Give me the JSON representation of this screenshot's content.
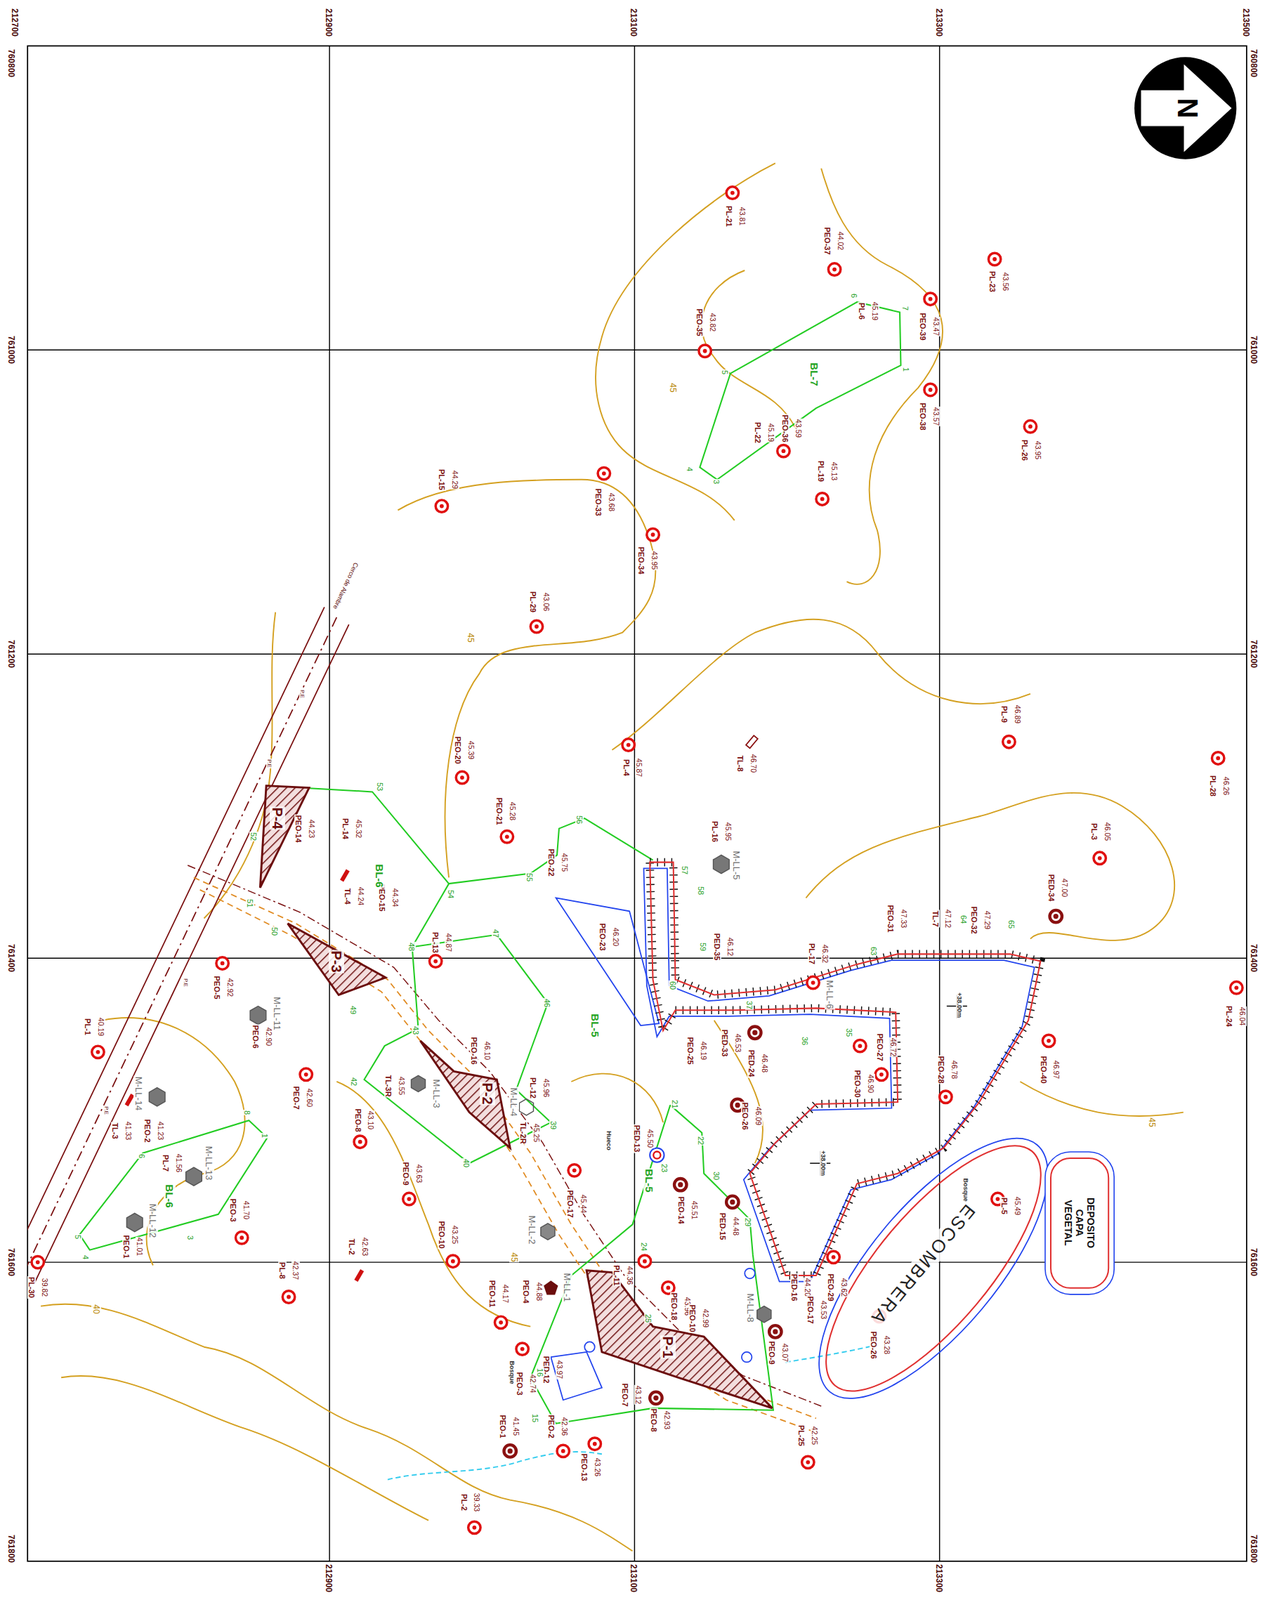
{
  "diagram": {
    "nodes": [
      {
        "text": [
          "DEPOSITO CAPA VEGETAL"
        ]
      }
    ],
    "labels": [
      "212700",
      "212900",
      "213100",
      "213300",
      "213500",
      "212900",
      "213100",
      "213300",
      "760800",
      "761000",
      "761200",
      "761400",
      "761600",
      "761800",
      "760800",
      "761000",
      "761200",
      "761400",
      "761600",
      "761800",
      "PL-21",
      "43.81",
      "PEO-37",
      "44.02",
      "PL-23",
      "43.56",
      "PEO-39",
      "43.47",
      "PL-6",
      "45.19",
      "PEO-35",
      "43.82",
      "PEO-38",
      "43.57",
      "PL-26",
      "43.95",
      "PEO-36",
      "43.59",
      "PL-22",
      "45.19",
      "PL-19",
      "45.13",
      "PL-15",
      "44.29",
      "PEO-33",
      "43.68",
      "PEO-34",
      "43.95",
      "PL-29",
      "43.06",
      "PL-9",
      "46.89",
      "PL-28",
      "46.26",
      "PL-4",
      "45.87",
      "TL-8",
      "46.70",
      "PEO-20",
      "45.39",
      "PEO-21",
      "45.28",
      "PL-16",
      "45.95",
      "PL-3",
      "46.05",
      "PEO-14",
      "44.23",
      "PL-14",
      "45.32",
      "TL-4",
      "44.24",
      "PEO-15",
      "44.34",
      "PEO-22",
      "45.75",
      "PED-34",
      "47.00",
      "PEO-31",
      "47.33",
      "TL-7",
      "47.12",
      "PEO-32",
      "47.29",
      "PEO-23",
      "46.20",
      "PL-13",
      "44.87",
      "PED-35",
      "46.12",
      "PL-17",
      "46.32",
      "PEO-5",
      "42.92",
      "PL-24",
      "46.04",
      "PEO-6",
      "42.90",
      "PL-1",
      "40.19",
      "PEO-16",
      "46.10",
      "PEO-25",
      "46.19",
      "PED-33",
      "46.53",
      "PED-24",
      "46.48",
      "PEO-27",
      "46.72",
      "PEO-30",
      "46.90",
      "PEO-40",
      "46.97",
      "PEO-7",
      "42.60",
      "PEO-2",
      "41.23",
      "TL-3",
      "41.33",
      "PL-12",
      "45.96",
      "TL-2R",
      "45.25",
      "TL-3R",
      "43.55",
      "PEO-8",
      "43.10",
      "PEO-9",
      "43.63",
      "PEO-26",
      "46.09",
      "PEO-28",
      "46.78",
      "PED-13",
      "45.50",
      "PL-5",
      "45.49",
      "PL-7",
      "41.56",
      "PEO-3",
      "41.70",
      "PEO-1",
      "41.01",
      "TL-2",
      "42.63",
      "PEO-10",
      "43.25",
      "PEO-17",
      "45.44",
      "PEO-14",
      "45.51",
      "PED-15",
      "44.48",
      "PED-16",
      "44.20",
      "PEO-17",
      "43.53",
      "PEO-29",
      "43.62",
      "PEO-26",
      "43.28",
      "PL-25",
      "42.25",
      "PL-30",
      "39.82",
      "PL-8",
      "42.37",
      "PEO-11",
      "44.17",
      "PEO-4",
      "44.88",
      "PL-11",
      "44.36",
      "PEO-18",
      "43.96",
      "PEO-10",
      "42.99",
      "PEO-9",
      "43.07",
      "PEO-3",
      "42.74",
      "PED-12",
      "43.97",
      "PEO-1",
      "41.45",
      "PEO-2",
      "42.36",
      "PEO-13",
      "43.26",
      "PEO-7",
      "43.12",
      "PEO-8",
      "42.93",
      "PL-2",
      "39.33",
      "N",
      "BL-7",
      "BL-6",
      "BL-5",
      "BL-5",
      "BL-6",
      "P-4",
      "P-3",
      "P-2",
      "P-1",
      "M-LL-5",
      "M-LL-6",
      "M-LL-11",
      "M-LL-14",
      "M-LL-13",
      "M-LL-12",
      "M-LL-3",
      "M-LL-4",
      "M-LL-2",
      "M-LL-1",
      "M-LL-8",
      "ESCOMBRERA",
      "45",
      "45",
      "45",
      "45",
      "40",
      "Bosque",
      "Bosque",
      "Hueco",
      "+38.00m",
      "+38.00m",
      "Cerco de Alambre",
      "P.E",
      "P.E",
      "P.E",
      "P.E",
      "7",
      "6",
      "1",
      "5",
      "4",
      "3",
      "53",
      "54",
      "55",
      "56",
      "57",
      "58",
      "59",
      "60",
      "47",
      "48",
      "46",
      "49",
      "50",
      "51",
      "52",
      "43",
      "42",
      "40",
      "39",
      "8",
      "1",
      "6",
      "5",
      "3",
      "4",
      "21",
      "22",
      "23",
      "30",
      "29",
      "24",
      "25",
      "16",
      "15",
      "36",
      "35",
      "37",
      "63",
      "64",
      "65"
    ]
  }
}
